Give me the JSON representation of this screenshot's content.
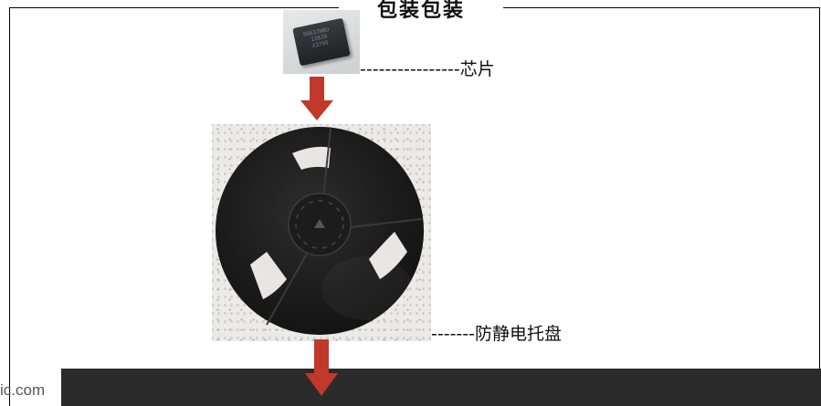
{
  "diagram": {
    "title": "包装包装",
    "chip_marking": "9663JNBU\n  12830\n  X3795",
    "chip_label": "----------------芯片",
    "reel_label": "-------防静电托盘",
    "watermark": "ic.com",
    "colors": {
      "arrow": "#c0392b",
      "reel": "#1a1a1a",
      "bottom_bar": "#2b2b2b"
    }
  }
}
